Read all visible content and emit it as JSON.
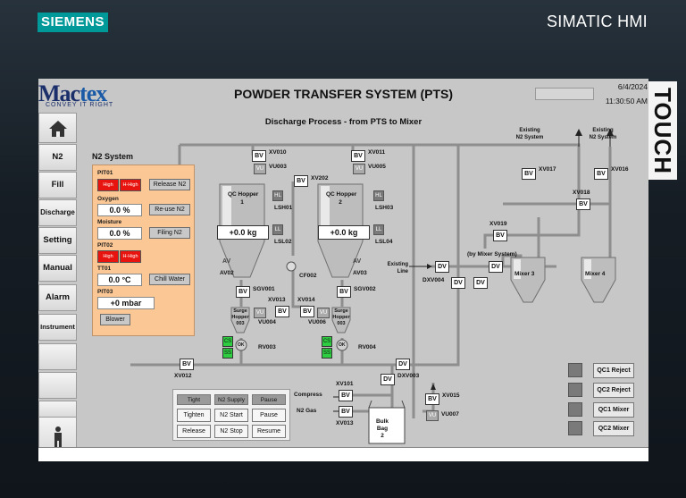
{
  "bezel": {
    "brand": "SIEMENS",
    "product": "SIMATIC HMI",
    "side_label": "TOUCH",
    "brand_color": "#009999"
  },
  "header": {
    "logo_main": "Mac",
    "logo_x": "tex",
    "logo_tagline": "CONVEY IT RIGHT",
    "title": "POWDER TRANSFER SYSTEM (PTS)",
    "subtitle": "Discharge Process - from PTS to Mixer",
    "date": "6/4/2024",
    "time": "11:30:50 AM"
  },
  "sidebar": {
    "items": [
      "N2",
      "Fill",
      "Discharge",
      "Setting",
      "Manual",
      "Alarm",
      "Instrument"
    ],
    "icons": [
      "home-icon",
      "person-icon"
    ]
  },
  "n2_system": {
    "title": "N2 System",
    "pit01": {
      "label": "PIT01",
      "badges": [
        "High",
        "H-High"
      ]
    },
    "oxygen": {
      "label": "Oxygen",
      "value": "0.0 %"
    },
    "moisture": {
      "label": "Moisture",
      "value": "0.0 %"
    },
    "pit02": {
      "label": "PIT02",
      "badges": [
        "High",
        "H-High"
      ]
    },
    "tt01": {
      "label": "TT01",
      "value": "0.0 °C"
    },
    "pit03": {
      "label": "PIT03",
      "value": "+0 mbar"
    },
    "buttons": {
      "release": "Release N2",
      "reuse": "Re-use N2",
      "filling": "Filing N2",
      "chill": "Chill Water",
      "blower": "Blower"
    }
  },
  "hoppers": [
    {
      "name": "QC Hopper\n1",
      "line1": "QC Hopper",
      "line2": "1",
      "weight": "+0.0 kg",
      "hl": "HL",
      "ll": "LL",
      "av": "AV",
      "av_tag": "AV02",
      "lsh": "LSH01",
      "lsl": "LSL02"
    },
    {
      "name": "QC Hopper\n2",
      "line1": "QC Hopper",
      "line2": "2",
      "weight": "+0.0 kg",
      "hl": "HL",
      "ll": "LL",
      "av": "AV",
      "av_tag": "AV03",
      "lsh": "LSH03",
      "lsl": "LSL04"
    }
  ],
  "surge": [
    {
      "line1": "Surge",
      "line2": "Hopper",
      "line3": "003",
      "vu_tag": "VU004",
      "rv": "RV003",
      "sgv": "SGV001",
      "cs": "CS",
      "ss": "SS"
    },
    {
      "line1": "Surge",
      "line2": "Hopper",
      "line3": "003",
      "vu_tag": "VU006",
      "rv": "RV004",
      "sgv": "SGV002",
      "cs": "CS",
      "ss": "SS"
    }
  ],
  "valves": {
    "bv": "BV",
    "vu": "VU",
    "dv": "DV",
    "xv010": "XV010",
    "vu003": "VU003",
    "xv011": "XV011",
    "vu005": "VU005",
    "xv202": "XV202",
    "cf002": "CF002",
    "xv013a": "XV013",
    "xv014": "XV014",
    "xv012": "XV012",
    "xv017": "XV017",
    "xv016": "XV016",
    "xv018": "XV018",
    "xv019": "XV019",
    "dxv004": "DXV004",
    "dxv003": "DXV003",
    "xv101": "XV101",
    "xv013b": "XV013",
    "xv015": "XV015",
    "vu007": "VU007"
  },
  "labels": {
    "existing_n2_a": "Existing\nN2 System",
    "existing_n2_b": "Existing\nN2 System",
    "existing_line": "Existing\nLine",
    "by_mixer": "(by Mixer System)",
    "mixer3": "Mixer 3",
    "mixer4": "Mixer 4",
    "compress": "Compress",
    "n2gas": "N2 Gas",
    "bulk": "Bulk\nBag\n2",
    "ok": "OK"
  },
  "lower_controls": {
    "headers": [
      "Tight",
      "N2 Supply",
      "Pause"
    ],
    "row1": [
      "Tighten",
      "N2 Start",
      "Pause"
    ],
    "row2": [
      "Release",
      "N2 Stop",
      "Resume"
    ]
  },
  "qc": [
    "QC1 Reject",
    "QC2 Reject",
    "QC1 Mixer",
    "QC2 Mixer"
  ],
  "colors": {
    "alarm_red": "#e8140f",
    "ok_green": "#2ecc40",
    "panel_orange": "#fbc795"
  }
}
